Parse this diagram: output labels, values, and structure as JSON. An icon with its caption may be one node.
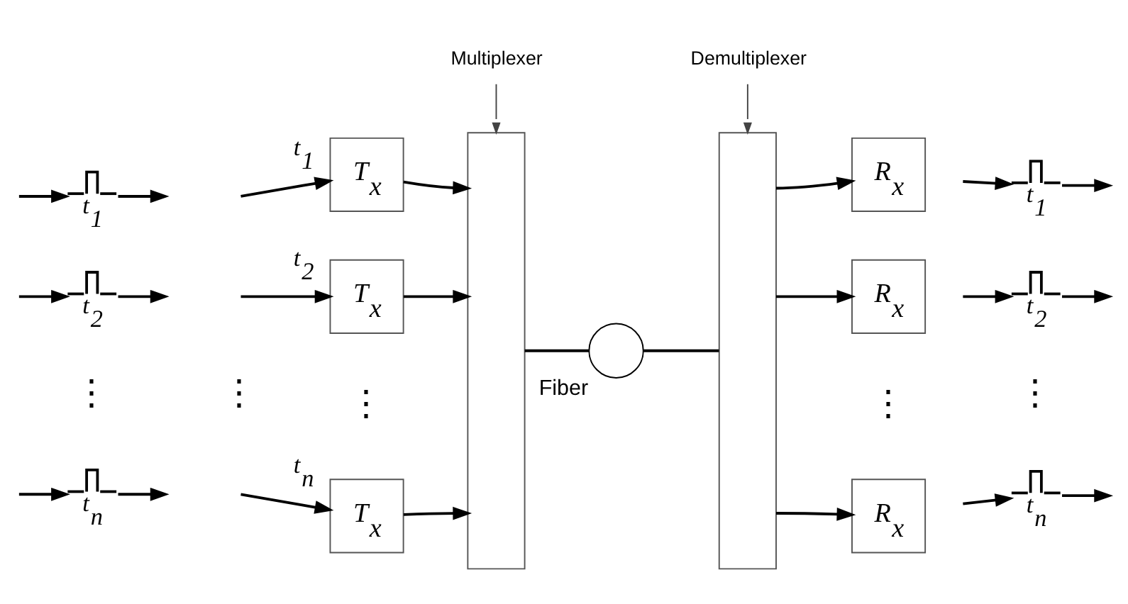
{
  "diagram": {
    "nodes": [
      {
        "text": [
          "Multiplexer"
        ]
      },
      {
        "text": [
          "Demultiplexer"
        ]
      },
      {
        "text": [],
        "shape": "bar"
      },
      {
        "text": [],
        "shape": "circle",
        "beside": [
          "Fiber"
        ]
      },
      {
        "text": [],
        "shape": "bar"
      },
      {
        "text": [
          "t$_{1}$"
        ]
      },
      {
        "text": [
          "T$_{x}$"
        ]
      },
      {
        "text": [
          "R$_{x}$"
        ]
      },
      {
        "text": [
          "t$_{1}$"
        ]
      },
      {
        "text": [
          "t$_{2}$"
        ]
      },
      {
        "text": [
          "T$_{x}$"
        ]
      },
      {
        "text": [
          "R$_{x}$"
        ]
      },
      {
        "text": [
          "t$_{2}$"
        ]
      },
      {
        "text": [
          "t$_{n}$"
        ]
      },
      {
        "text": [
          "T$_{x}$"
        ]
      },
      {
        "text": [
          "R$_{x}$"
        ]
      },
      {
        "text": [
          "t$_{n}$"
        ]
      }
    ],
    "edges": [
      {
        "from": 0,
        "to": 2,
        "arrow": "to"
      },
      {
        "from": 1,
        "to": 4,
        "arrow": "to"
      },
      {
        "from": 2,
        "to": 3,
        "arrow": "none"
      },
      {
        "from": 3,
        "to": 4,
        "arrow": "none"
      },
      {
        "from": 5,
        "to": null,
        "arrow": "to"
      },
      {
        "from": null,
        "to": 5,
        "arrow": "to"
      },
      {
        "from": null,
        "to": 6,
        "label": "t$_{1}$",
        "arrow": "to"
      },
      {
        "from": 6,
        "to": 2,
        "arrow": "to"
      },
      {
        "from": 4,
        "to": 7,
        "arrow": "to"
      },
      {
        "from": 8,
        "to": null,
        "arrow": "to"
      },
      {
        "from": null,
        "to": 8,
        "arrow": "to"
      },
      {
        "from": 9,
        "to": null,
        "arrow": "to"
      },
      {
        "from": null,
        "to": 9,
        "arrow": "to"
      },
      {
        "from": null,
        "to": 10,
        "label": "t$_{2}$",
        "arrow": "to"
      },
      {
        "from": 10,
        "to": 2,
        "arrow": "to"
      },
      {
        "from": 4,
        "to": 11,
        "arrow": "to"
      },
      {
        "from": 12,
        "to": null,
        "arrow": "to"
      },
      {
        "from": null,
        "to": 12,
        "arrow": "to"
      },
      {
        "from": 13,
        "to": null,
        "arrow": "to"
      },
      {
        "from": null,
        "to": 13,
        "arrow": "to"
      },
      {
        "from": null,
        "to": 14,
        "label": "t$_{n}$",
        "arrow": "to"
      },
      {
        "from": 14,
        "to": 2,
        "arrow": "to"
      },
      {
        "from": 4,
        "to": 15,
        "arrow": "to"
      },
      {
        "from": 16,
        "to": null,
        "arrow": "to"
      },
      {
        "from": null,
        "to": 16,
        "arrow": "to"
      }
    ],
    "labels": [
      "⋮",
      "⋮",
      "⋮",
      "⋮",
      "⋮"
    ]
  }
}
